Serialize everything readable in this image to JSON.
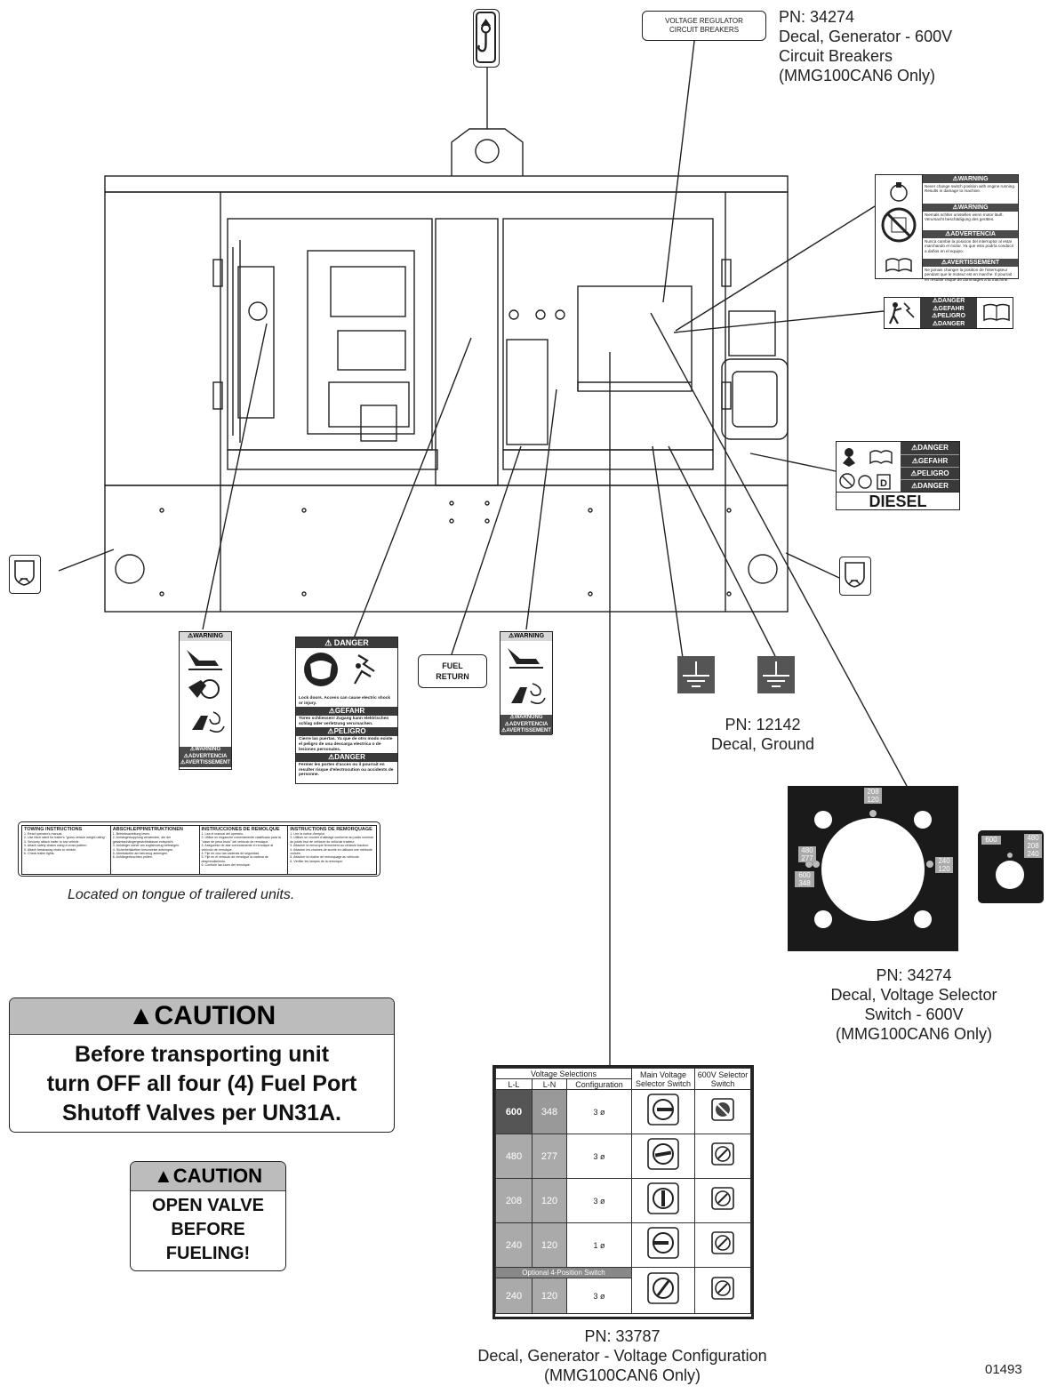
{
  "colors": {
    "line": "#222222",
    "dark": "#3a3a3a",
    "caution_head": "#bcbcbc"
  },
  "labels": {
    "vr_box": [
      "VOLTAGE REGULATOR",
      "CIRCUIT BREAKERS"
    ],
    "pn_cb": [
      "PN: 34274",
      "Decal, Generator - 600V",
      "Circuit Breakers",
      "(MMG100CAN6 Only)"
    ],
    "fuel_return": [
      "FUEL",
      "RETURN"
    ],
    "ground_caption": [
      "PN: 12142",
      "Decal, Ground"
    ],
    "vs_caption": [
      "PN: 34274",
      "Decal, Voltage Selector",
      "Switch - 600V",
      "(MMG100CAN6 Only)"
    ],
    "vc_caption": [
      "PN: 33787",
      "Decal, Generator - Voltage Configuration",
      "(MMG100CAN6 Only)"
    ],
    "towing_note": "Located on tongue of trailered units.",
    "figure_number": "01493"
  },
  "decals": {
    "warn_switch": {
      "bars": [
        "⚠WARNING",
        "⚠WARNING",
        "⚠ADVERTENCIA",
        "⚠AVERTISSEMENT"
      ],
      "texts": [
        "Never change switch position with engine running. Results in damage to machine.",
        "Niemals schlter umstellen wenn motor läuft. Verursacht beschädigung des gerätes.",
        "Nunca cambie la posicion del interruptor al estar marchando el motor. Ya que esto podría conducir a daños en el equipo.",
        "Ne jamais changer la position de l'interrupteur pendant que le moteur est en marche. Il pourrait en resulter risque de dommages a la machine."
      ]
    },
    "danger_small": [
      "⚠DANGER",
      "⚠GEFAHR",
      "⚠PELIGRO",
      "⚠DANGER"
    ],
    "diesel": {
      "bars": [
        "⚠DANGER",
        "⚠GEFAHR",
        "⚠PELIGRO",
        "⚠DANGER"
      ],
      "label": "DIESEL"
    },
    "warn_left": {
      "top": "⚠WARNING",
      "bottom": [
        "⚠WARNING",
        "⚠ADVERTENCIA",
        "⚠AVERTISSEMENT"
      ]
    },
    "warn_right": {
      "top": "⚠WARNING",
      "bottom": [
        "⚠WARNUNG",
        "⚠ADVERTENCIA",
        "⚠AVERTISSEMENT"
      ]
    },
    "danger_doors": {
      "head": "⚠ DANGER",
      "t1": "Lock doors. Access can cause electric shock or injury.",
      "h2": "⚠GEFAHR",
      "t2": "Türen schliessen! Zugang kann elektrischen schlag oder verletzung verursachen.",
      "h3": "⚠PELIGRO",
      "t3": "Cierre las puertas. Ya que de otro modo existe el peligro de una descarga electrica o de lesiones personales.",
      "h4": "⚠DANGER",
      "t4": "Fermer les portes d'acces ou il pourrait en resulter risque d'electrocution ou accidents de personne."
    },
    "towing": {
      "cols": [
        {
          "title": "TOWING INSTRUCTIONS",
          "lines": [
            "1. Read operator's manual.",
            "2. Use hitch rated for trailer's \"gross vehicle weight rating\".",
            "3. Securely attach trailer to tow vehicle.",
            "4. Attach safety chains using a cross pattern.",
            "5. Attach breakaway chain to vehicle.",
            "6. Check trailer lights."
          ]
        },
        {
          "title": "ABSCHLEPPINSTRUKTIONEN",
          "lines": [
            "1. Betriebsanleitung lesen.",
            "2. Anhängerkupplung verwenden, die der gesamtanhängergewichtsklasse entspricht.",
            "3. Anhänger sicher am zugfahrzeug befestigen.",
            "4. Sicherheitsketten kreuzweise anbringen.",
            "5. Abreisskette am fahrzeug anbringen.",
            "6. Anhängerleuchten prüfen."
          ]
        },
        {
          "title": "INSTRUCCIONES DE REMOLQUE",
          "lines": [
            "1. Lea el manual del operario.",
            "2. Utilice un enganche correctamente clasificado para la \"clase de peso bruto\" del vehiculo de remolque.",
            "3. Asegurese de atar correctamente el remolque al vehiculo de remolque.",
            "4. Fije en cruz las cadenas de seguridad.",
            "5. Fije en el vehiculo de remolque la cadena de desprendimiento.",
            "6. Controle las luces del remolque."
          ]
        },
        {
          "title": "INSTRUCTIONS DE REMORQUAGE",
          "lines": [
            "1. Lire la notice d'emploi.",
            "2. Utiliser un crochet d'attelage conforme au poids nominal du poids brut de véhicule du véhicule tracteur.",
            "3. Attacher la remorque fermement au véhicule tracteur.",
            "4. Attacher les chaînes de sureté en utilisant une méthode croisée.",
            "5. Attacher la chaîne de remorquage au véhicule.",
            "6. Vérifier les lampes de la remorque."
          ]
        }
      ]
    },
    "caution_big": {
      "head": "CAUTION",
      "lines": [
        "Before transporting unit",
        "turn OFF all four (4) Fuel Port",
        "Shutoff Valves per UN31A."
      ]
    },
    "caution_small": {
      "head": "CAUTION",
      "lines": [
        "OPEN VALVE",
        "BEFORE",
        "FUELING!"
      ]
    },
    "voltage_selector": {
      "top": [
        "208",
        "120"
      ],
      "left_upper": [
        "480",
        "277"
      ],
      "left_lower": [
        "600",
        "348"
      ],
      "right": [
        "240",
        "120"
      ],
      "small_left": "600",
      "small_right": [
        "480",
        "208",
        "240"
      ]
    },
    "voltage_config": {
      "group_header": "Voltage Selections",
      "headers": [
        "L-L",
        "L-N",
        "Configuration",
        "Main Voltage Selector Switch",
        "600V Selector Switch"
      ],
      "rows": [
        {
          "ll": "600",
          "ln": "348",
          "conf": "3 ø"
        },
        {
          "ll": "480",
          "ln": "277",
          "conf": "3 ø"
        },
        {
          "ll": "208",
          "ln": "120",
          "conf": "3 ø"
        },
        {
          "ll": "240",
          "ln": "120",
          "conf": "1 ø"
        }
      ],
      "optional_label": "Optional 4-Position Switch",
      "optional_row": {
        "ll": "240",
        "ln": "120",
        "conf": "3 ø"
      }
    }
  }
}
